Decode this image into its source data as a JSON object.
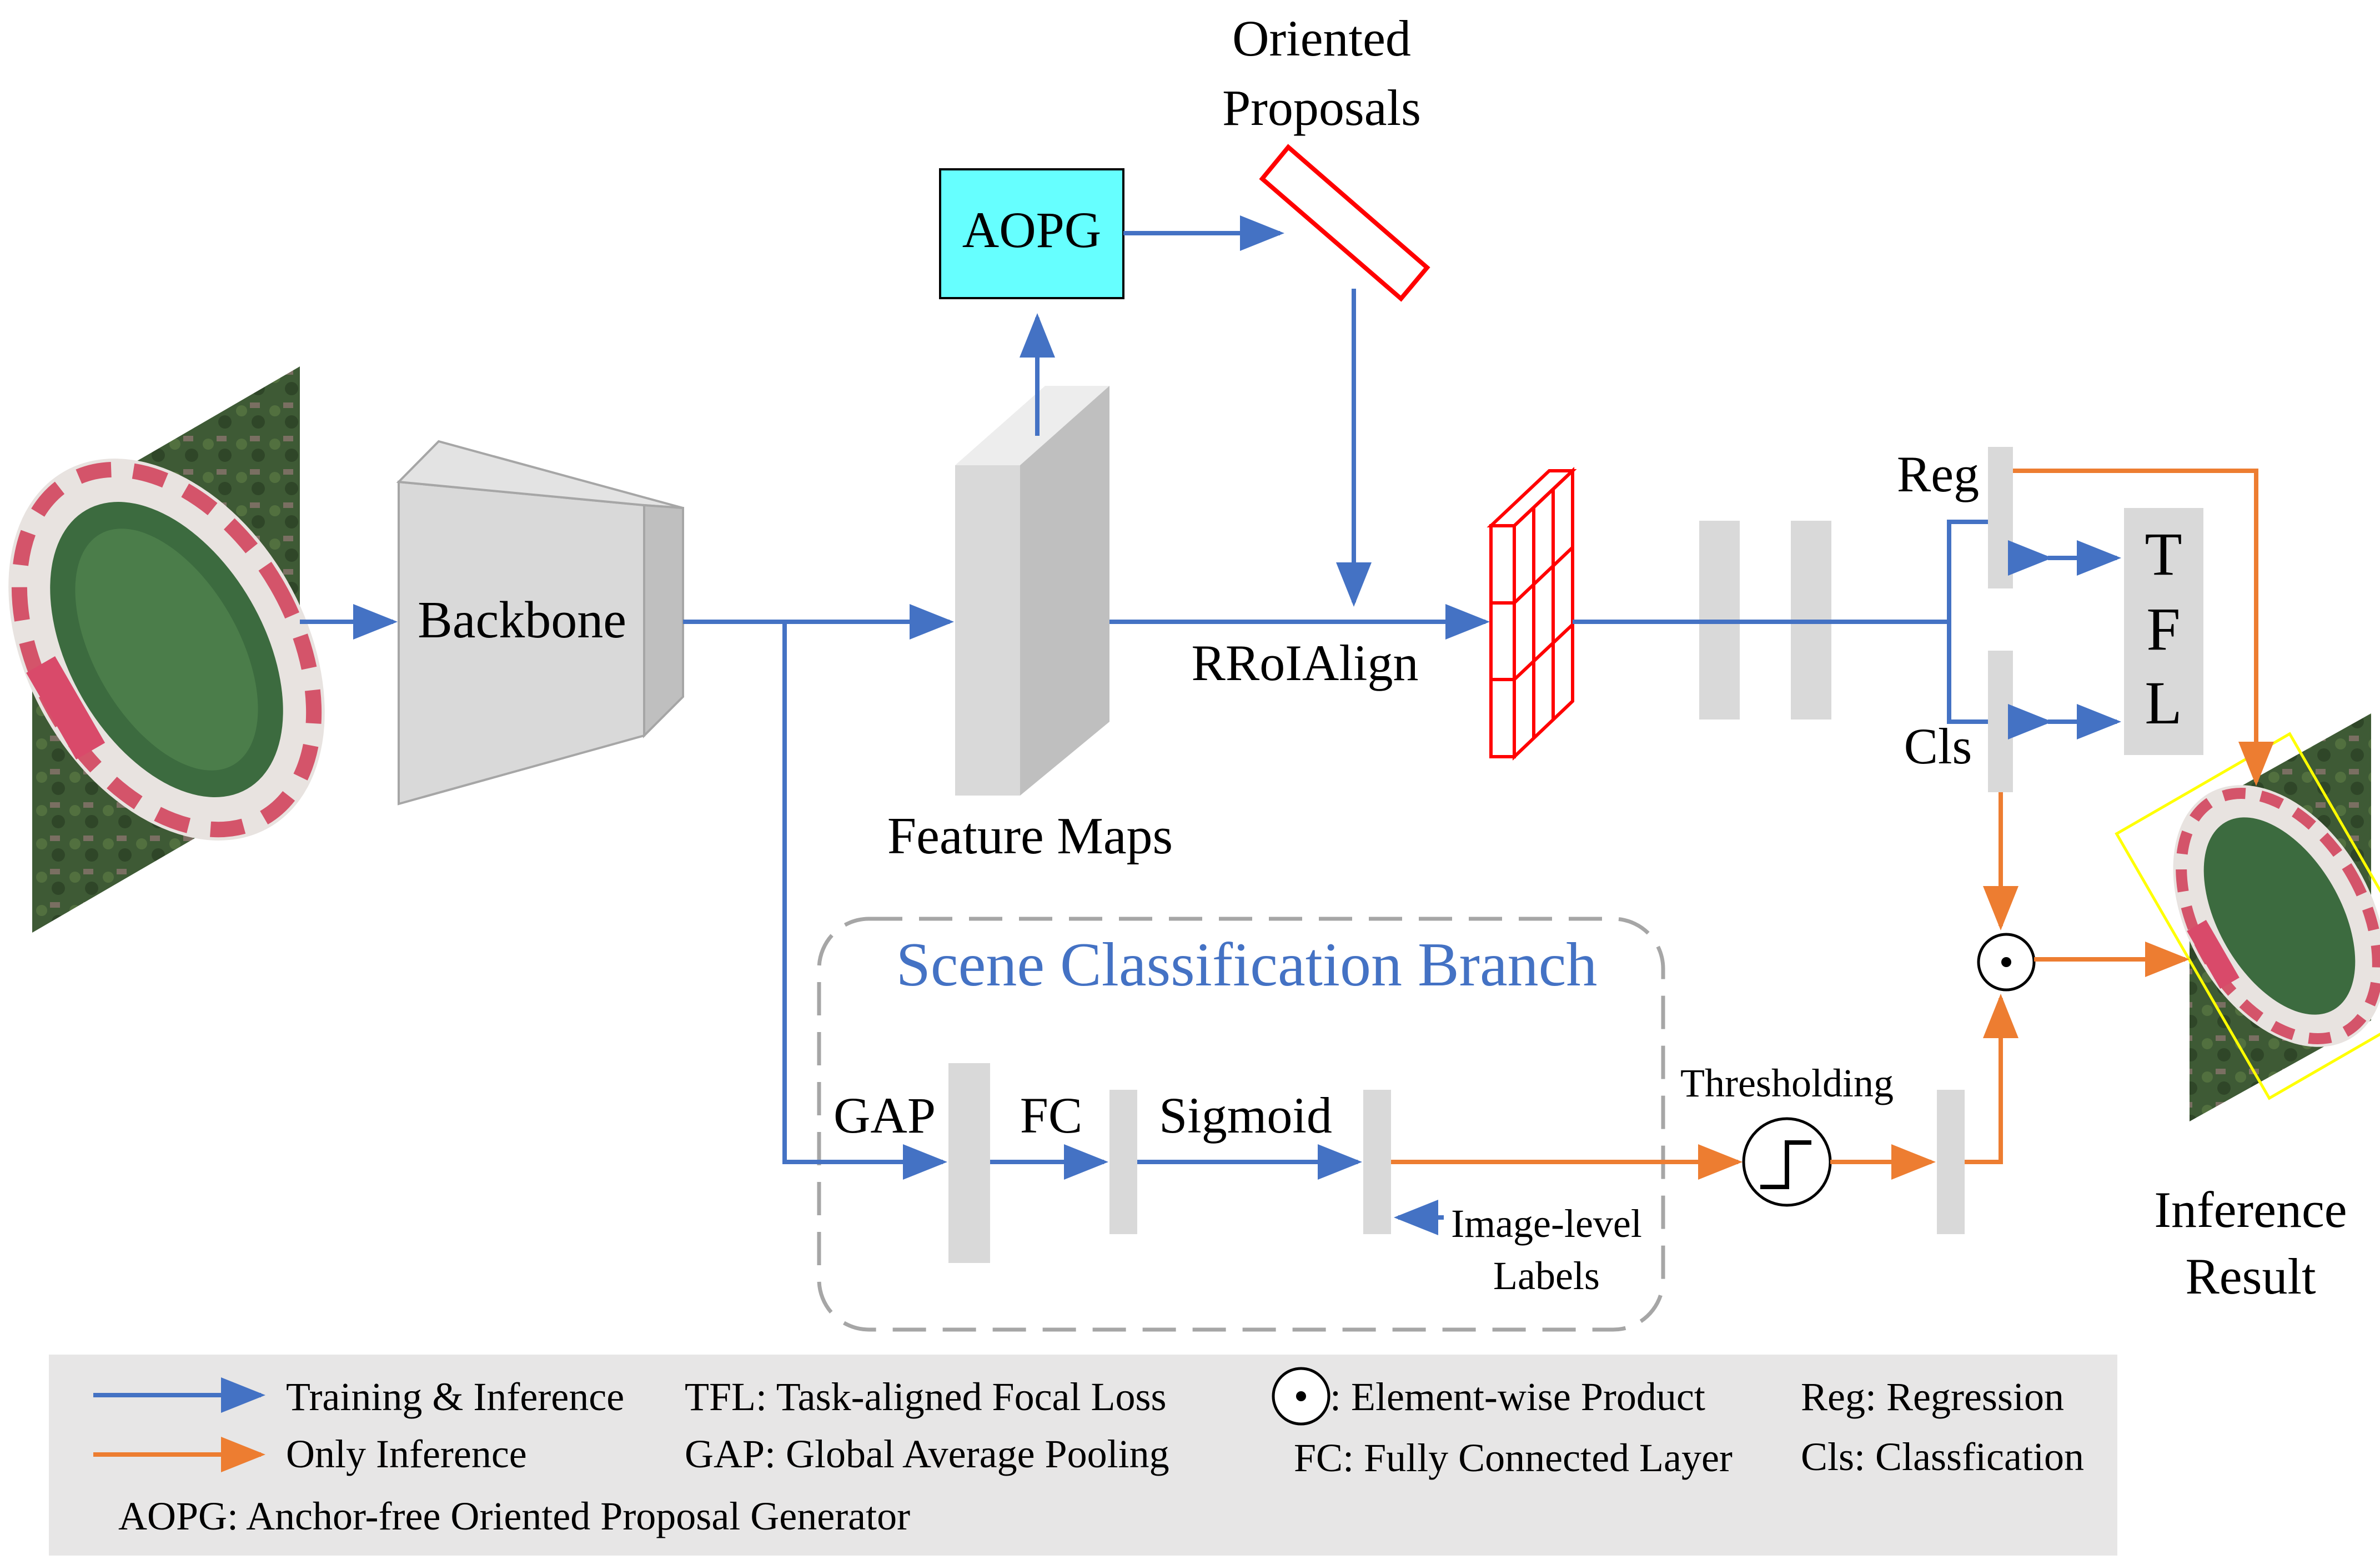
{
  "labels": {
    "oriented_proposals_line1": "Oriented",
    "oriented_proposals_line2": "Proposals",
    "aopg": "AOPG",
    "backbone": "Backbone",
    "feature_maps": "Feature Maps",
    "rroialign": "RRoIAlign",
    "reg": "Reg",
    "cls": "Cls",
    "tfl_letters": [
      "T",
      "F",
      "L"
    ],
    "inference_result_line1": "Inference",
    "inference_result_line2": "Result",
    "scene_branch_title": "Scene Classification Branch",
    "gap": "GAP",
    "fc": "FC",
    "sigmoid": "Sigmoid",
    "thresholding": "Thresholding",
    "image_level_line1": "Image-level",
    "image_level_line2": "Labels",
    "element_wise_symbol": "⊙"
  },
  "legend": {
    "training_inference": "Training & Inference",
    "only_inference": "Only Inference",
    "tfl": "TFL: Task-aligned Focal Loss",
    "gap": "GAP: Global Average Pooling",
    "element_wise": ": Element-wise Product",
    "fc": "FC: Fully Connected Layer",
    "reg": "Reg: Regression",
    "cls": "Cls: Classfication",
    "aopg": "AOPG: Anchor-free Oriented Proposal Generator"
  },
  "colors": {
    "blue_arrow": "#4472C4",
    "orange_arrow": "#ED7D31",
    "aopg_fill": "#66FFFF",
    "proposal_red": "#FF0000",
    "block_gray": "#D9D9D9",
    "branch_title_blue": "#4472C4",
    "legend_bg": "#E7E6E6"
  }
}
